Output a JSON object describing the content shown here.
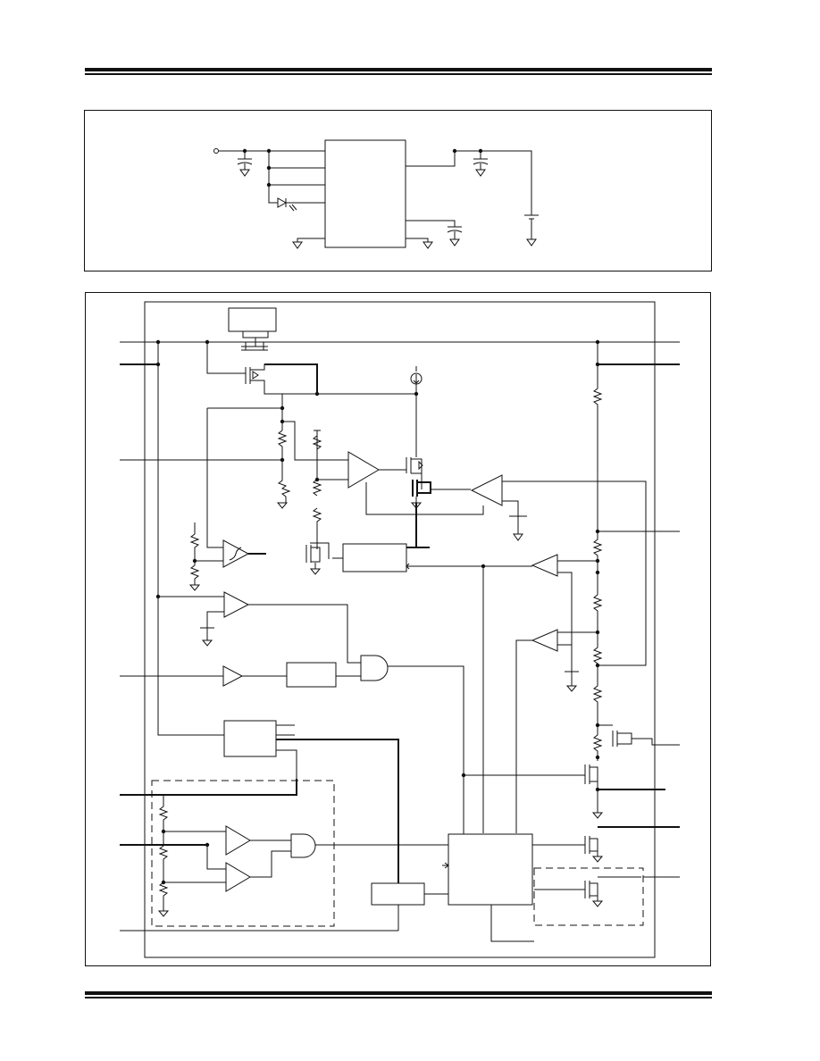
{
  "header": {
    "rule_style": "double"
  },
  "figures": [
    {
      "id": "typical-application-circuit",
      "text": []
    },
    {
      "id": "functional-block-diagram",
      "text": []
    }
  ],
  "footer": {
    "rule_style": "double"
  }
}
